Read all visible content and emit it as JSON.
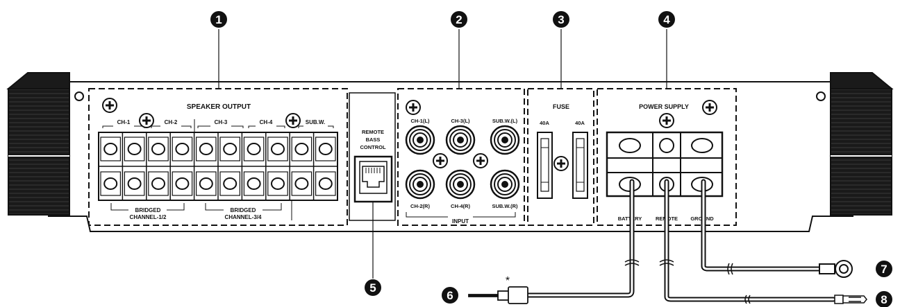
{
  "callouts": [
    "1",
    "2",
    "3",
    "4",
    "5",
    "6",
    "7",
    "8"
  ],
  "asterisk": "*",
  "speaker": {
    "title": "SPEAKER OUTPUT",
    "channels": [
      "CH-1",
      "CH-2",
      "CH-3",
      "CH-4",
      "SUB.W."
    ],
    "bridged_a": "BRIDGED",
    "bridged_a2": "CHANNEL-1/2",
    "bridged_b": "BRIDGED",
    "bridged_b2": "CHANNEL-3/4"
  },
  "remote": {
    "line1": "REMOTE",
    "line2": "BASS",
    "line3": "CONTROL"
  },
  "input": {
    "top": [
      "CH-1(L)",
      "CH-3(L)",
      "SUB.W.(L)"
    ],
    "bottom": [
      "CH-2(R)",
      "CH-4(R)",
      "SUB.W.(R)"
    ],
    "label": "INPUT"
  },
  "fuse": {
    "title": "FUSE",
    "left": "40A",
    "right": "40A"
  },
  "power": {
    "title": "POWER SUPPLY",
    "labels": [
      "BATTERY",
      "REMOTE",
      "GROUND"
    ]
  },
  "colors": {
    "ink": "#111111",
    "paper": "#ffffff",
    "shade": "#2a2a2a"
  }
}
